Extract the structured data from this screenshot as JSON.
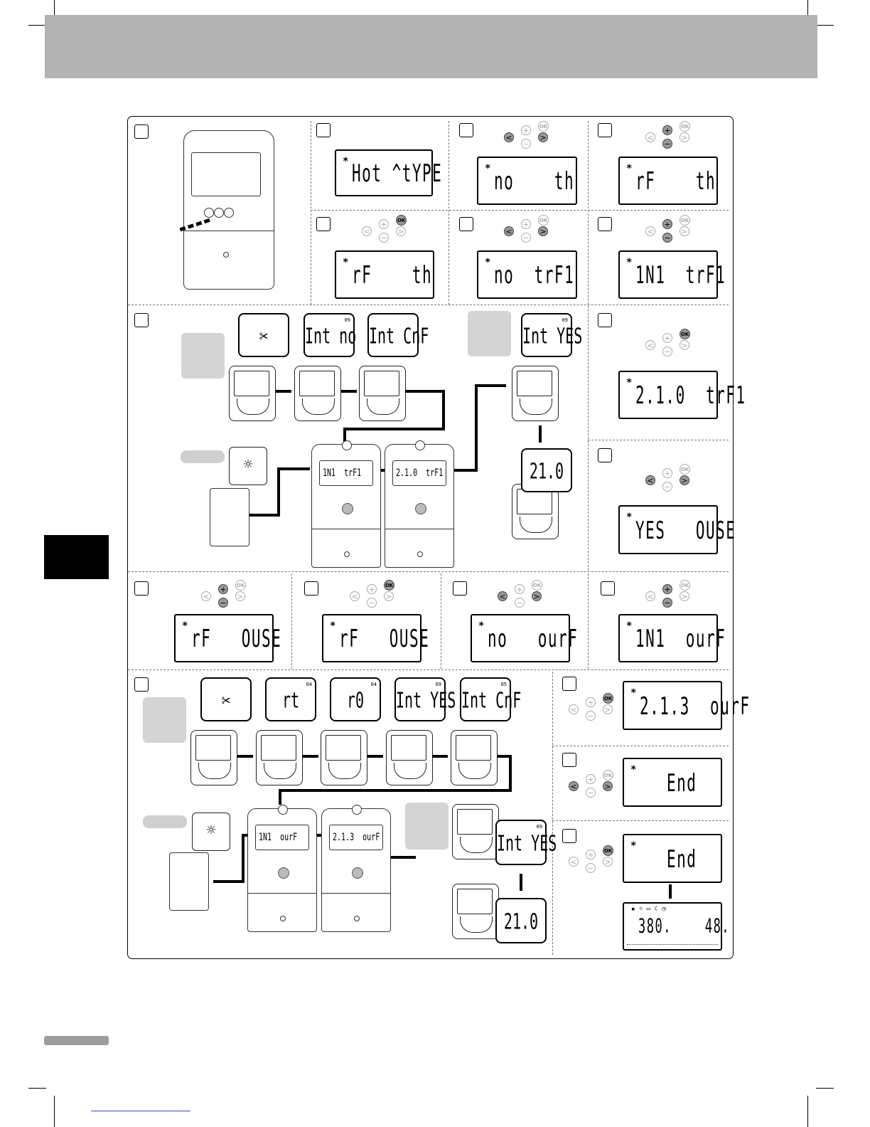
{
  "page": {
    "header_color": "#b3b3b3",
    "tab_color": "#000000"
  },
  "panels": {
    "p2": {
      "lcd": "Hot ^tYPE"
    },
    "p3": {
      "lcd": "no    th",
      "buttons": [
        "<",
        "+",
        "-",
        ">",
        "OK"
      ],
      "active": [
        "<",
        ">"
      ]
    },
    "p4": {
      "lcd": "rF    th",
      "buttons": [
        "<",
        "+",
        "-",
        ">",
        "OK"
      ],
      "active": [
        "+",
        "-"
      ]
    },
    "p5": {
      "lcd": "rF    th",
      "active": [
        "OK"
      ]
    },
    "p6": {
      "lcd": "no  trF1",
      "active": [
        "<",
        ">"
      ]
    },
    "p7": {
      "lcd": "1N1  trF1",
      "active": [
        "+",
        "-"
      ]
    },
    "p9": {
      "lcd": "2.1.0  trF1",
      "active": [
        "OK"
      ]
    },
    "p10": {
      "lcd": "YES   OUSE",
      "active": [
        "<",
        ">"
      ]
    },
    "p11": {
      "lcd": "rF   OUSE",
      "active": [
        "+",
        "-"
      ]
    },
    "p12": {
      "lcd": "rF   OUSE",
      "active": [
        "OK"
      ]
    },
    "p13": {
      "lcd": "no   ourF",
      "active": [
        "<",
        ">"
      ]
    },
    "p14": {
      "lcd": "1N1  ourF",
      "active": [
        "+",
        "-"
      ]
    },
    "p16": {
      "lcd": "2.1.3  ourF",
      "active": [
        "OK"
      ]
    },
    "p17": {
      "lcd": "End",
      "active": [
        "<",
        ">"
      ]
    },
    "p18": {
      "lcd": "End",
      "active": [
        "OK"
      ],
      "bottom_lcd": "380.    48."
    }
  },
  "seq1": {
    "tool_icon": "✂",
    "bubbles": [
      "Int no",
      "Int CnF",
      "Int YES",
      "21.0"
    ],
    "sup": [
      "09",
      "09"
    ],
    "ctrl_screens": [
      "1N1  trF1",
      "2.1.0  trF1"
    ]
  },
  "seq2": {
    "tool_icon": "✂",
    "bubbles": [
      "rt",
      "r0",
      "Int YES",
      "Int CnF",
      "Int YES",
      "21.0"
    ],
    "sup": [
      "04",
      "04",
      "09",
      "05",
      "09"
    ],
    "ctrl_screens": [
      "1N1  ourF",
      "2.1.3  ourF"
    ]
  },
  "buttons": {
    "ok": "OK",
    "plus": "+",
    "minus": "−",
    "left": "<",
    "right": ">"
  }
}
